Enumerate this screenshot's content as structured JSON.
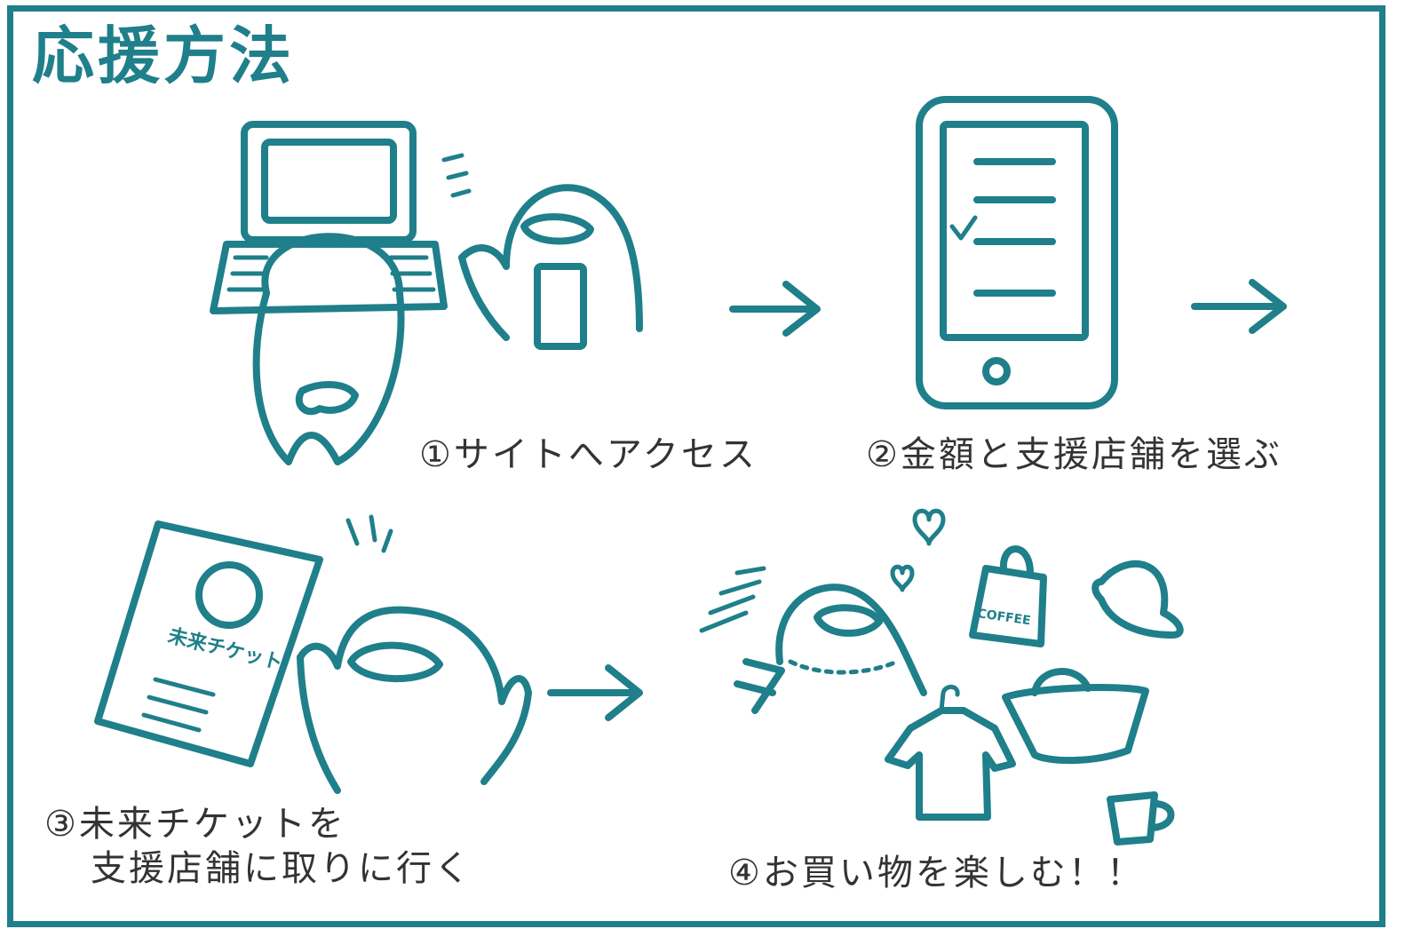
{
  "title": "応援方法",
  "steps": [
    {
      "num": "①",
      "text": "サイトへアクセス"
    },
    {
      "num": "②",
      "text": "金額と支援店舗を選ぶ"
    },
    {
      "num": "③",
      "line1": "未来チケットを",
      "line2": "支援店舗に取りに行く"
    },
    {
      "num": "④",
      "text": "お買い物を楽しむ！！"
    }
  ],
  "illustration_text": {
    "ticket_label": "未来チケット",
    "bag_label": "COFFEE"
  },
  "colors": {
    "accent": "#1f7f8a",
    "text": "#333333",
    "background": "#ffffff"
  },
  "icons": [
    "laptop-icon",
    "smartphone-icon",
    "ticket-icon",
    "shopping-bag-icon",
    "hat-icon",
    "tote-bag-icon",
    "shirt-icon",
    "mug-icon",
    "heart-icon",
    "arrow-right-icon"
  ]
}
